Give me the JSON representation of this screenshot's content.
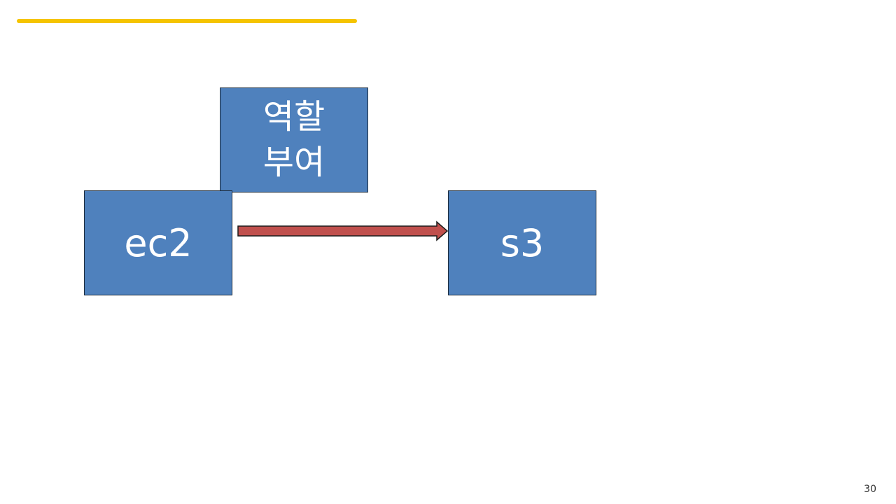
{
  "colors": {
    "accent": "#f5c400",
    "node_fill": "#4f81bd",
    "arrow_fill": "#c0504d"
  },
  "nodes": {
    "ec2": {
      "label": "ec2"
    },
    "s3": {
      "label": "s3"
    },
    "role": {
      "line1": "역할",
      "line2": "부여"
    }
  },
  "edges": [
    {
      "from": "ec2",
      "to": "s3",
      "style": "block-arrow"
    }
  ],
  "footer": {
    "page_number": "30"
  }
}
